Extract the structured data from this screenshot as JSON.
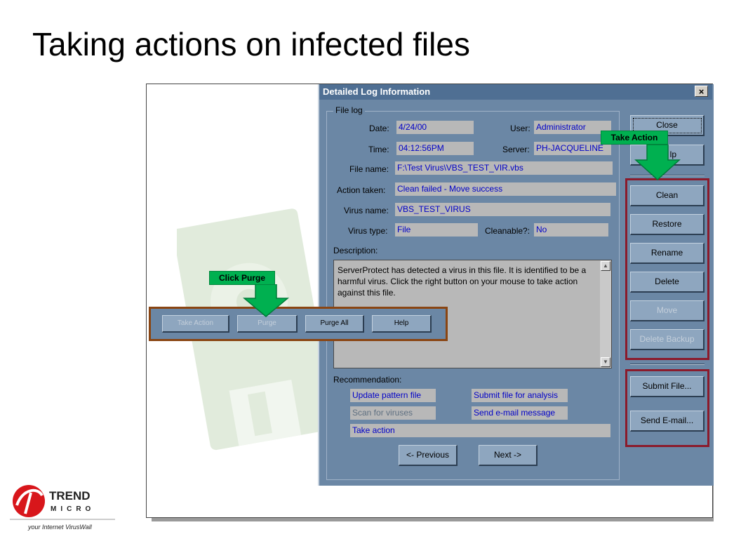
{
  "slide": {
    "title": "Taking actions on infected files"
  },
  "dialog": {
    "title": "Detailed Log Information",
    "close_glyph": "×",
    "group_label": "File log",
    "fields": {
      "date_label": "Date:",
      "date_value": "4/24/00",
      "user_label": "User:",
      "user_value": "Administrator",
      "time_label": "Time:",
      "time_value": "04:12:56PM",
      "server_label": "Server:",
      "server_value": "PH-JACQUELINE",
      "filename_label": "File name:",
      "filename_value": "F:\\Test Virus\\VBS_TEST_VIR.vbs",
      "action_label": "Action taken:",
      "action_value": "Clean failed - Move success",
      "virusname_label": "Virus name:",
      "virusname_value": "VBS_TEST_VIRUS",
      "virustype_label": "Virus type:",
      "virustype_value": "File",
      "cleanable_label": "Cleanable?:",
      "cleanable_value": "No"
    },
    "description_label": "Description:",
    "description_text": "ServerProtect has detected a virus in this file. It is identified to be a harmful virus. Click the right button on your mouse to take action against this file.",
    "recommendation_label": "Recommendation:",
    "recommendations": {
      "update_pattern": "Update pattern file",
      "submit_analysis": "Submit file for analysis",
      "scan_viruses": "Scan for viruses",
      "send_email": "Send e-mail message",
      "take_action": "Take action"
    },
    "nav": {
      "previous": "<- Previous",
      "next": "Next ->"
    },
    "right_buttons": {
      "close": "Close",
      "help_partial": "lp",
      "clean": "Clean",
      "restore": "Restore",
      "rename": "Rename",
      "delete": "Delete",
      "move": "Move",
      "delete_backup": "Delete Backup",
      "submit_file": "Submit File...",
      "send_email": "Send E-mail..."
    }
  },
  "overlay_toolbar": {
    "take_action": "Take Action",
    "purge": "Purge",
    "purge_all": "Purge All",
    "help": "Help"
  },
  "callouts": {
    "take_action": "Take Action",
    "click_purge": "Click Purge"
  },
  "logo": {
    "brand_line1": "TREND",
    "brand_line2": "MICRO",
    "tagline": "your Internet VirusWall"
  },
  "colors": {
    "dialog_bg": "#6b87a5",
    "value_text": "#0000c8",
    "callout": "#00b050",
    "highlight_red": "#8b1a2b",
    "highlight_orange": "#8a4512",
    "logo_red": "#d8161b"
  }
}
